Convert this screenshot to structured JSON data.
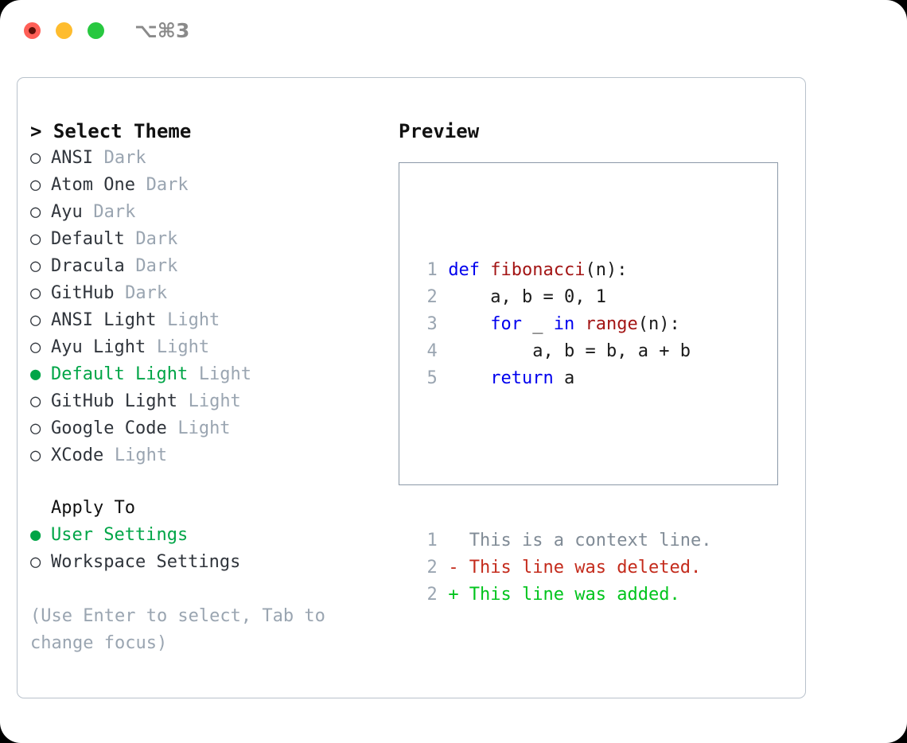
{
  "titlebar": {
    "shortcut": "⌥⌘3",
    "buttons": [
      {
        "name": "close",
        "color": "#ff5f57"
      },
      {
        "name": "minimize",
        "color": "#febc2e"
      },
      {
        "name": "maximize",
        "color": "#28c840"
      }
    ]
  },
  "left": {
    "title": "> Select Theme",
    "themes": [
      {
        "marker": "○",
        "name": "ANSI",
        "variant": "Dark",
        "selected": false
      },
      {
        "marker": "○",
        "name": "Atom One",
        "variant": "Dark",
        "selected": false
      },
      {
        "marker": "○",
        "name": "Ayu",
        "variant": "Dark",
        "selected": false
      },
      {
        "marker": "○",
        "name": "Default",
        "variant": "Dark",
        "selected": false
      },
      {
        "marker": "○",
        "name": "Dracula",
        "variant": "Dark",
        "selected": false
      },
      {
        "marker": "○",
        "name": "GitHub",
        "variant": "Dark",
        "selected": false
      },
      {
        "marker": "○",
        "name": "ANSI Light",
        "variant": "Light",
        "selected": false
      },
      {
        "marker": "○",
        "name": "Ayu Light",
        "variant": "Light",
        "selected": false
      },
      {
        "marker": "●",
        "name": "Default Light",
        "variant": "Light",
        "selected": true
      },
      {
        "marker": "○",
        "name": "GitHub Light",
        "variant": "Light",
        "selected": false
      },
      {
        "marker": "○",
        "name": "Google Code",
        "variant": "Light",
        "selected": false
      },
      {
        "marker": "○",
        "name": "XCode",
        "variant": "Light",
        "selected": false
      }
    ],
    "apply_to_title": "Apply To",
    "apply_to": [
      {
        "marker": "●",
        "label": "User Settings",
        "selected": true
      },
      {
        "marker": "○",
        "label": "Workspace Settings",
        "selected": false
      }
    ],
    "hint": "(Use Enter to select, Tab to change focus)"
  },
  "right": {
    "title": "Preview",
    "code_lines": [
      {
        "no": "1",
        "tokens": [
          {
            "t": "def ",
            "c": "kw"
          },
          {
            "t": "fibonacci",
            "c": "fn"
          },
          {
            "t": "(n):",
            "c": "pl"
          }
        ]
      },
      {
        "no": "2",
        "tokens": [
          {
            "t": "    a, b = 0, 1",
            "c": "pl"
          }
        ]
      },
      {
        "no": "3",
        "tokens": [
          {
            "t": "    ",
            "c": "pl"
          },
          {
            "t": "for ",
            "c": "kw"
          },
          {
            "t": "_ ",
            "c": "pl"
          },
          {
            "t": "in ",
            "c": "kw"
          },
          {
            "t": "range",
            "c": "fn"
          },
          {
            "t": "(n):",
            "c": "pl"
          }
        ]
      },
      {
        "no": "4",
        "tokens": [
          {
            "t": "        a, b = b, a + b",
            "c": "pl"
          }
        ]
      },
      {
        "no": "5",
        "tokens": [
          {
            "t": "    ",
            "c": "pl"
          },
          {
            "t": "return ",
            "c": "kw"
          },
          {
            "t": "a",
            "c": "pl"
          }
        ]
      }
    ],
    "diff_lines": [
      {
        "no": "1",
        "text": "  This is a context line.",
        "kind": "ctx"
      },
      {
        "no": "2",
        "text": "- This line was deleted.",
        "kind": "del"
      },
      {
        "no": "2",
        "text": "+ This line was added.",
        "kind": "add"
      }
    ]
  },
  "colors": {
    "accent_green": "#00a547",
    "muted": "#9aa5b1",
    "keyword": "#0000ee",
    "function": "#a31515",
    "diff_add": "#00c41c",
    "diff_del": "#c42b1c",
    "panel_border": "#b9c2cc",
    "preview_border": "#8c99a8"
  }
}
